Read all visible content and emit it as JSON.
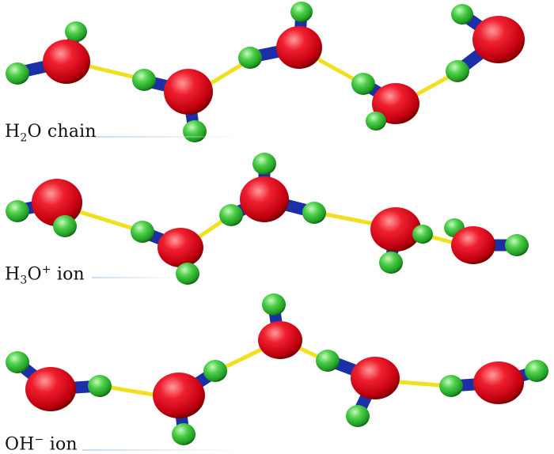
{
  "colors": {
    "oxygen": "#e0101e",
    "oxygen_light": "#ff8a8a",
    "oxygen_dark": "#8a0000",
    "hydrogen": "#2fc23a",
    "hydrogen_light": "#b8f5b0",
    "hydrogen_dark": "#127a18",
    "covalent_bond": "#1a2fa8",
    "hydrogen_bond": "#f2e21c"
  },
  "panels": [
    {
      "label_main": "H",
      "label_sub": "2",
      "label_rest": "O chain",
      "molecules": 5
    },
    {
      "label_main": "H",
      "label_sub": "3",
      "label_rest": "O",
      "label_sup": "+",
      "label_tail": " ion",
      "molecules": 5
    },
    {
      "label_main": "OH",
      "label_sup": "−",
      "label_tail": " ion",
      "molecules": 5
    }
  ]
}
